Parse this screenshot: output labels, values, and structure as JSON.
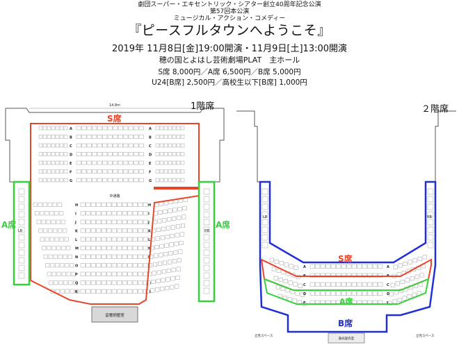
{
  "header": {
    "line1": "劇団スーパー・エキセントリック・シアター創立40周年記念公演",
    "line2": "第57回本公演",
    "line3": "ミュージカル・アクション・コメディー",
    "title": "『ピースフルタウンへようこそ』",
    "dates": "2019年 11月8日[金]19:00開演・11月9日[土]13:00開演",
    "venue": "穂の国とよはし芸術劇場PLAT　主ホール",
    "prices1": "S席 8,000円／A席 6,500円／B席 5,000円",
    "prices2": "U24[B席] 2,500円／高校生以下[B席] 1,000円"
  },
  "floor1": {
    "label": "1階席",
    "width_mark": "14.8m",
    "zone_s": "S席",
    "zone_a_left": "A席",
    "zone_a_right": "A席",
    "aisle": "中通路",
    "sound_booth": "音響調整室",
    "lb": "LB",
    "rb": "RB",
    "rows_front": [
      "A",
      "B",
      "C",
      "D",
      "E",
      "F",
      "G"
    ],
    "rows_back": [
      "H",
      "I",
      "J",
      "K",
      "L",
      "M",
      "N",
      "O",
      "P",
      "Q",
      "R"
    ]
  },
  "floor2": {
    "label": "２階席",
    "zone_s": "S席",
    "zone_a": "A席",
    "zone_b": "B席",
    "lb": "LB",
    "rb": "RB",
    "rows": [
      "A",
      "B",
      "C",
      "D",
      "E"
    ],
    "standing_left": "立見スペース",
    "standing_right": "立見スペース",
    "control_room": "調光操作室"
  },
  "colors": {
    "s_zone": "#e8442a",
    "a_zone": "#35d13b",
    "b_zone": "#1f2fd8"
  }
}
